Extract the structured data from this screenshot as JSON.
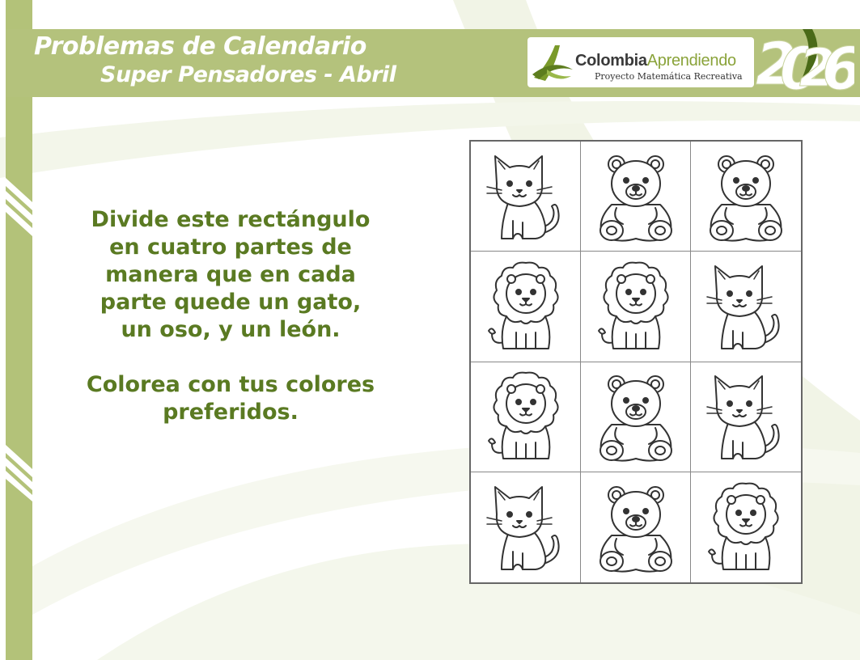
{
  "header": {
    "title_line1": "Problemas de Calendario",
    "title_line2": "Super Pensadores - Abril"
  },
  "brand": {
    "name_part1": "Colombia",
    "name_part2": "Aprendiendo",
    "subtitle": "Proyecto Matemática Recreativa",
    "year_digit_1": "2",
    "year_digit_2": "0",
    "year_digit_3": "2",
    "year_digit_4": "6"
  },
  "instructions": {
    "paragraph_1": "Divide este rectángulo en cuatro partes de manera que en cada parte quede un gato, un oso, y un león.",
    "paragraph_2": "Colorea con tus colores preferidos."
  },
  "colors": {
    "accent_green": "#b4c27c",
    "text_green": "#5a7a22",
    "brand_green": "#8aa33a"
  },
  "grid": {
    "rows": 4,
    "cols": 3,
    "cells": [
      "cat-icon",
      "bear-icon",
      "bear-icon",
      "lion-icon",
      "lion-icon",
      "cat-icon",
      "lion-icon",
      "bear-icon",
      "cat-icon",
      "cat-icon",
      "bear-icon",
      "lion-icon"
    ]
  }
}
